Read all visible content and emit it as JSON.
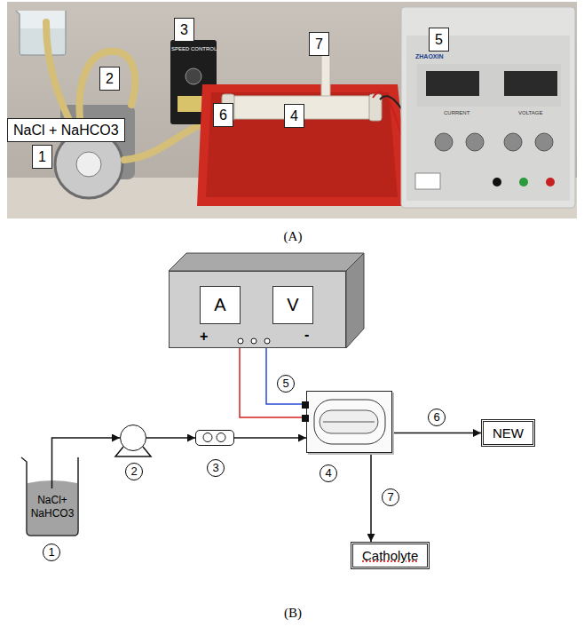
{
  "diagram": {
    "nodes": [
      {
        "text": [
          "3"
        ]
      },
      {
        "text": [
          "7"
        ]
      },
      {
        "text": [
          "5"
        ]
      },
      {
        "text": [
          "2"
        ]
      },
      {
        "text": [
          "6"
        ]
      },
      {
        "text": [
          "4"
        ]
      },
      {
        "text": [
          "NaCl + NaHCO3"
        ]
      },
      {
        "text": [
          "1"
        ]
      },
      {
        "text": [
          "+",
          "-",
          "5"
        ]
      },
      {
        "text": [
          "A"
        ],
        "in": 8
      },
      {
        "text": [
          "V"
        ],
        "in": 8
      },
      {
        "text": [
          "NaCl+ NaHCO3",
          "1"
        ]
      },
      {
        "text": [
          "2"
        ]
      },
      {
        "text": [
          "3"
        ]
      },
      {
        "text": [
          "4"
        ]
      },
      {
        "text": [
          "NEW"
        ]
      },
      {
        "text": [
          "Catholyte"
        ]
      }
    ],
    "edges": [
      {
        "from": 11,
        "to": 12,
        "arrow": "to"
      },
      {
        "from": 12,
        "to": 13,
        "arrow": "to"
      },
      {
        "from": 13,
        "to": 14,
        "arrow": "to"
      },
      {
        "from": 8,
        "to": 14,
        "arrow": "none"
      },
      {
        "from": 8,
        "to": 14,
        "arrow": "none"
      },
      {
        "from": 14,
        "to": 15,
        "label": "6",
        "arrow": "to"
      },
      {
        "from": 14,
        "to": 16,
        "label": "7",
        "arrow": "to"
      }
    ],
    "labels": [
      "SPEED CONTROL",
      "ZHAOXIN",
      "CURRENT",
      "VOLTAGE",
      "(A)",
      "(B)"
    ]
  }
}
